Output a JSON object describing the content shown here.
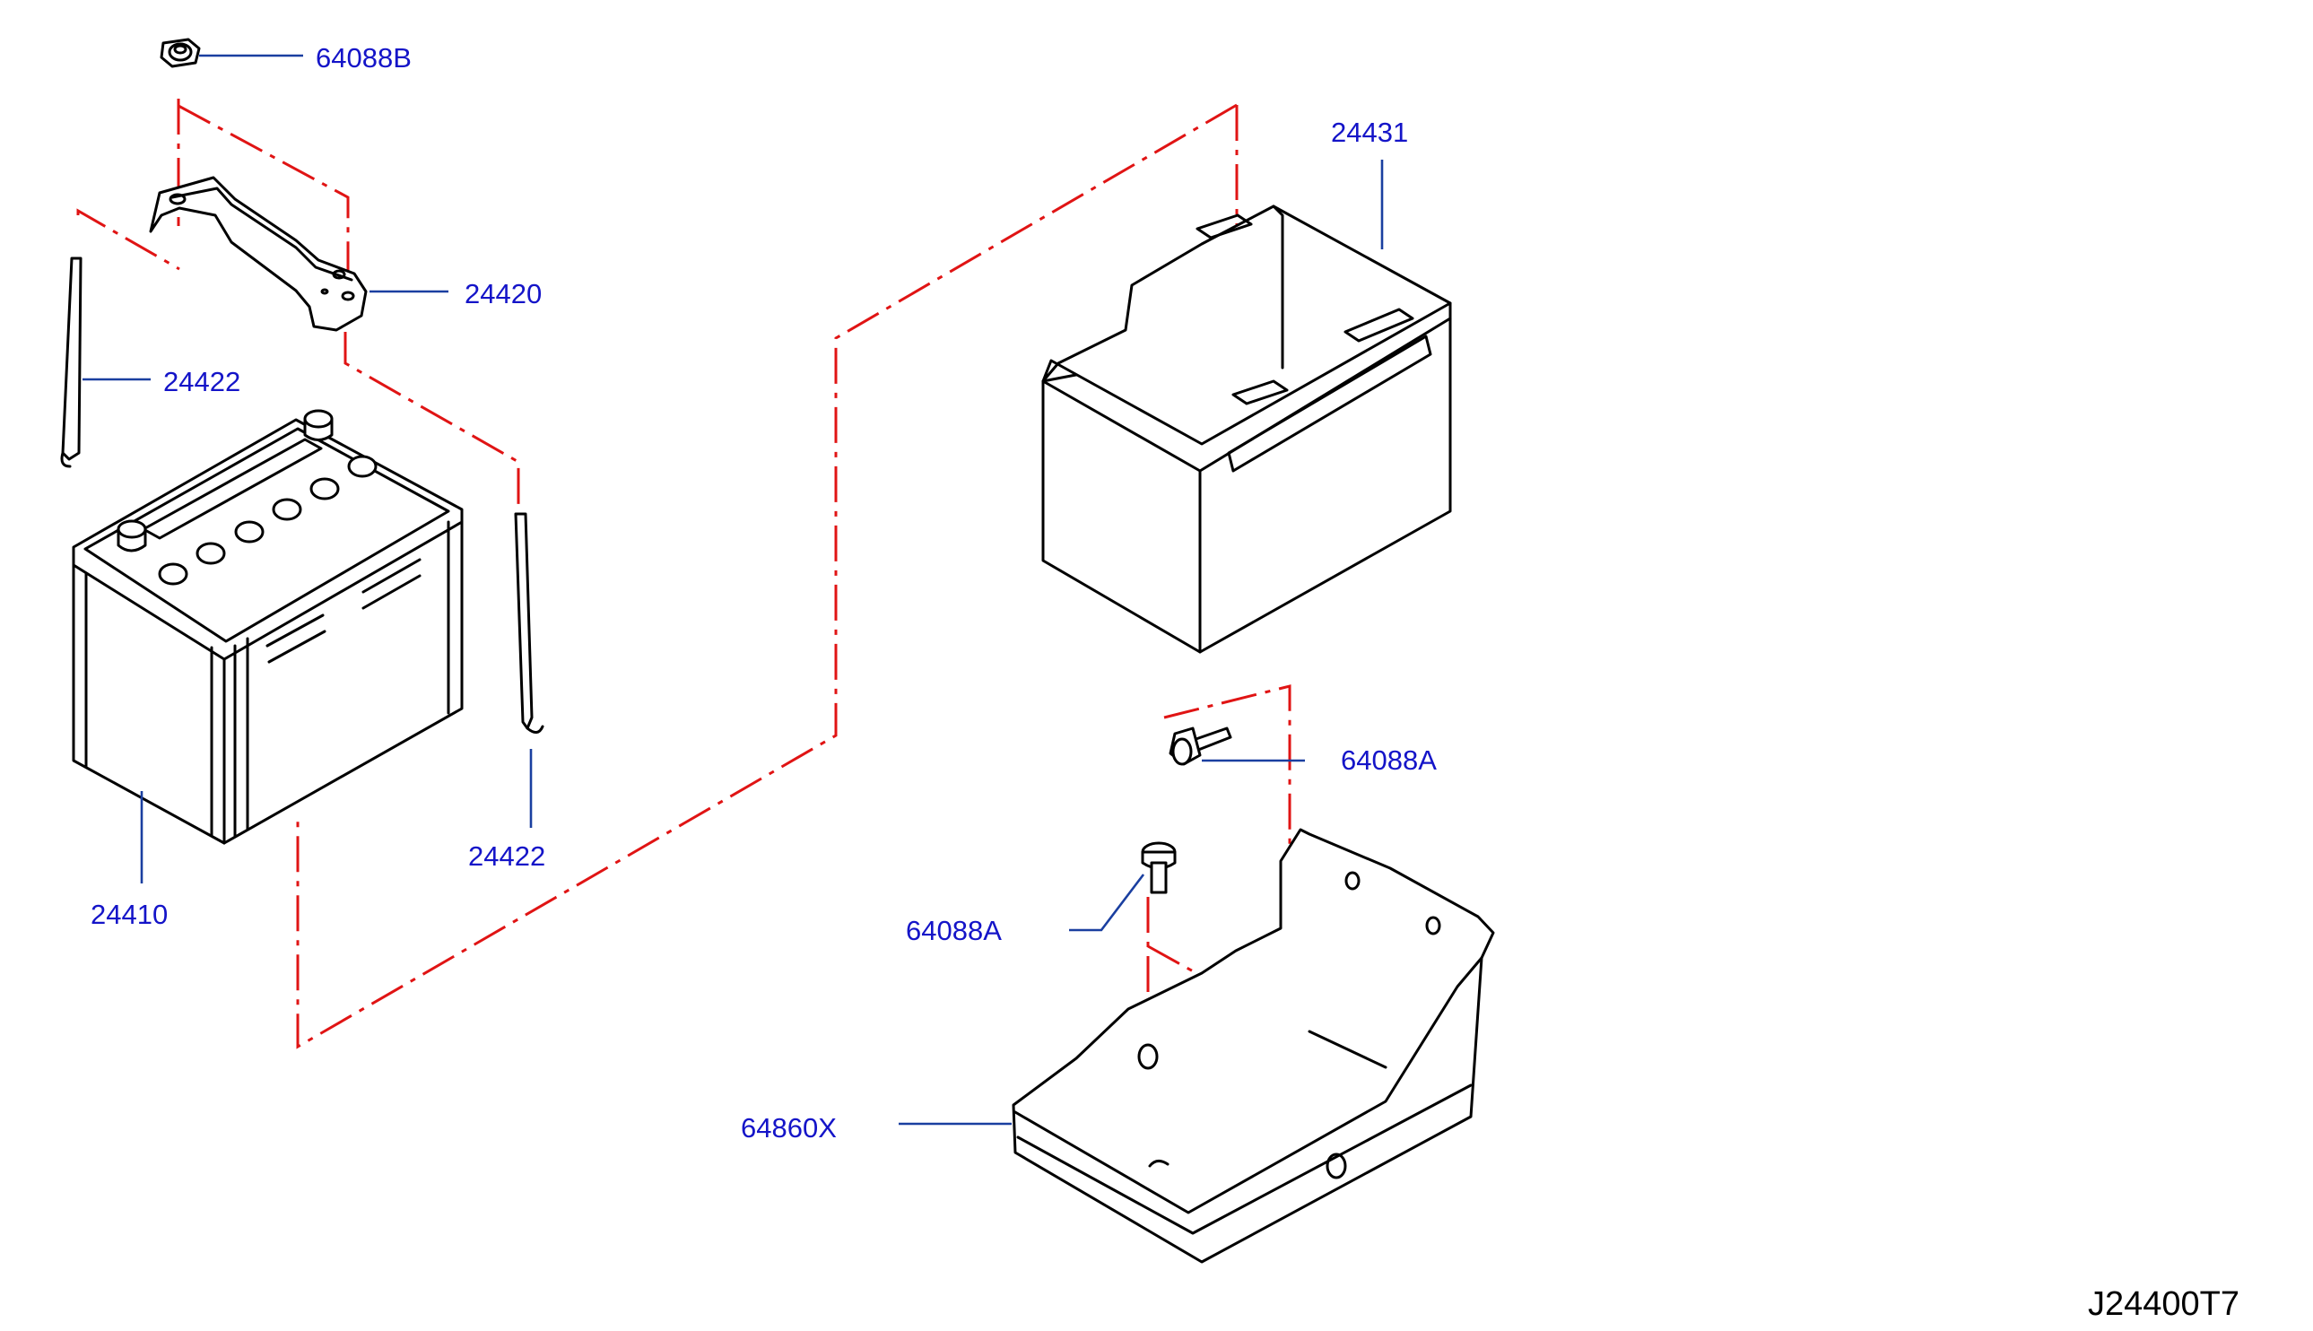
{
  "diagram": {
    "colors": {
      "callout_text": "#1414c8",
      "leader": "#1a3fa0",
      "guide": "#e01414",
      "outline": "#000000"
    },
    "callouts": {
      "nut_top": "64088B",
      "hold_down_frame": "24420",
      "rod_left": "24422",
      "rod_right": "24422",
      "battery": "24410",
      "battery_cover": "24431",
      "bolt_upper": "64088A",
      "bolt_lower": "64088A",
      "tray": "64860X"
    },
    "diagram_code": "J24400T7"
  }
}
